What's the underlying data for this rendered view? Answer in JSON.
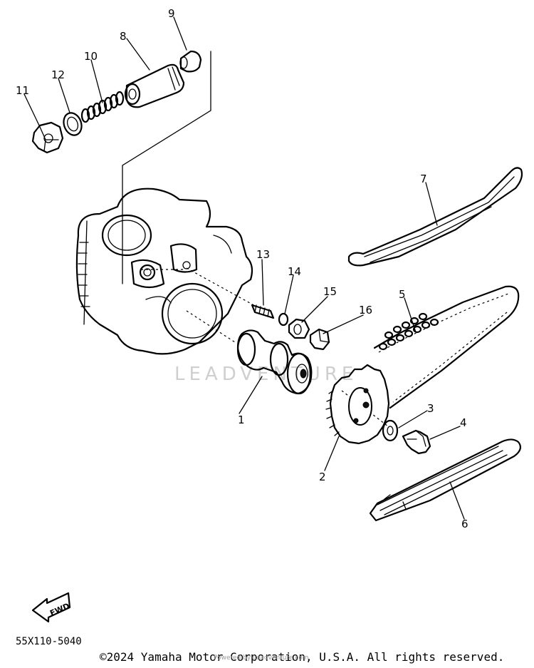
{
  "diagram": {
    "watermark": "LEADVENTURE",
    "diagram_code": "55X110-5040",
    "direction_label": "FWD",
    "copyright": "©2024 Yamaha Motor Corporation, U.S.A. All rights reserved.",
    "credit": "Powered by Leadventure.com",
    "callouts": [
      {
        "label": "1"
      },
      {
        "label": "2"
      },
      {
        "label": "3"
      },
      {
        "label": "4"
      },
      {
        "label": "5"
      },
      {
        "label": "6"
      },
      {
        "label": "7"
      },
      {
        "label": "8"
      },
      {
        "label": "9"
      },
      {
        "label": "10"
      },
      {
        "label": "11"
      },
      {
        "label": "12"
      },
      {
        "label": "13"
      },
      {
        "label": "14"
      },
      {
        "label": "15"
      },
      {
        "label": "16"
      }
    ]
  }
}
